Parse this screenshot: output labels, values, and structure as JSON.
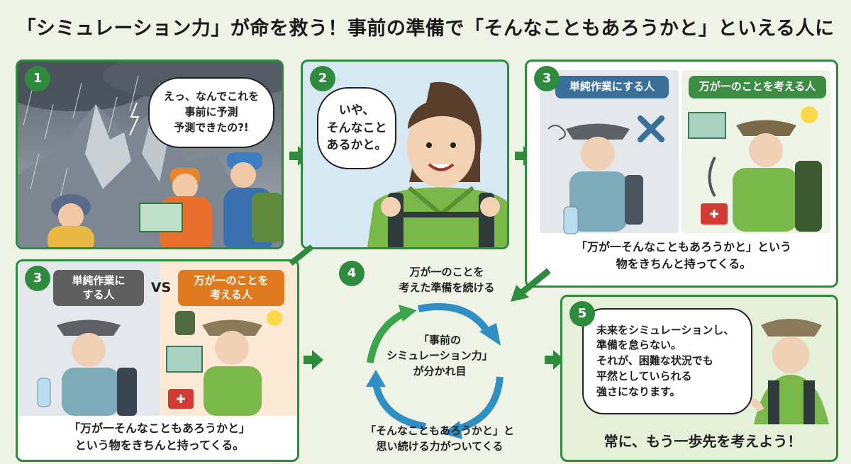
{
  "title": "「シミュレーション力」が命を救う！事前の準備で「そんなこともあろうかと」といえる人に",
  "colors": {
    "accent": "#2e8b3e",
    "blue_pill": "#3a6f9a",
    "green_pill": "#3c8c43",
    "gray_pill": "#5f5f5f",
    "orange_pill": "#e07a1f",
    "cycle": "#2f8fc5"
  },
  "panel1": {
    "number": "1",
    "bubble": [
      "えっ、なんでこれを",
      "事前に予測",
      "予測できたの?!"
    ]
  },
  "panel2": {
    "number": "2",
    "bubble": [
      "いや、",
      "そんなこと",
      "あるかと。"
    ]
  },
  "panel3a": {
    "number": "3",
    "left_label": "単純作業にする人",
    "right_label": "万が一のことを考える人",
    "caption": [
      "「万が一そんなこともあろうかと」という",
      "物をきちんと持ってくる。"
    ]
  },
  "panel3b": {
    "number": "3",
    "left_label": [
      "単純作業に",
      "する人"
    ],
    "vs": "VS",
    "right_label": [
      "万が一のことを",
      "考える人"
    ],
    "caption": [
      "「万が一そんなこともあろうかと」",
      "という物をきちんと持ってくる。"
    ]
  },
  "panel4": {
    "number": "4",
    "top_text": [
      "万が一のことを",
      "考えた準備を続ける"
    ],
    "center_text": [
      "「事前の",
      "シミュレーション力」",
      "が分かれ目"
    ],
    "bottom_text": [
      "「そんなこともあろうかと」と",
      "思い続ける力がついてくる"
    ]
  },
  "panel5": {
    "number": "5",
    "bubble": [
      "未来をシミュレーションし、",
      "準備を怠らない。",
      "それが、困難な状況でも",
      "平然としていられる",
      "強さになります。"
    ],
    "footer": "常に、もう一歩先を考えよう！"
  }
}
